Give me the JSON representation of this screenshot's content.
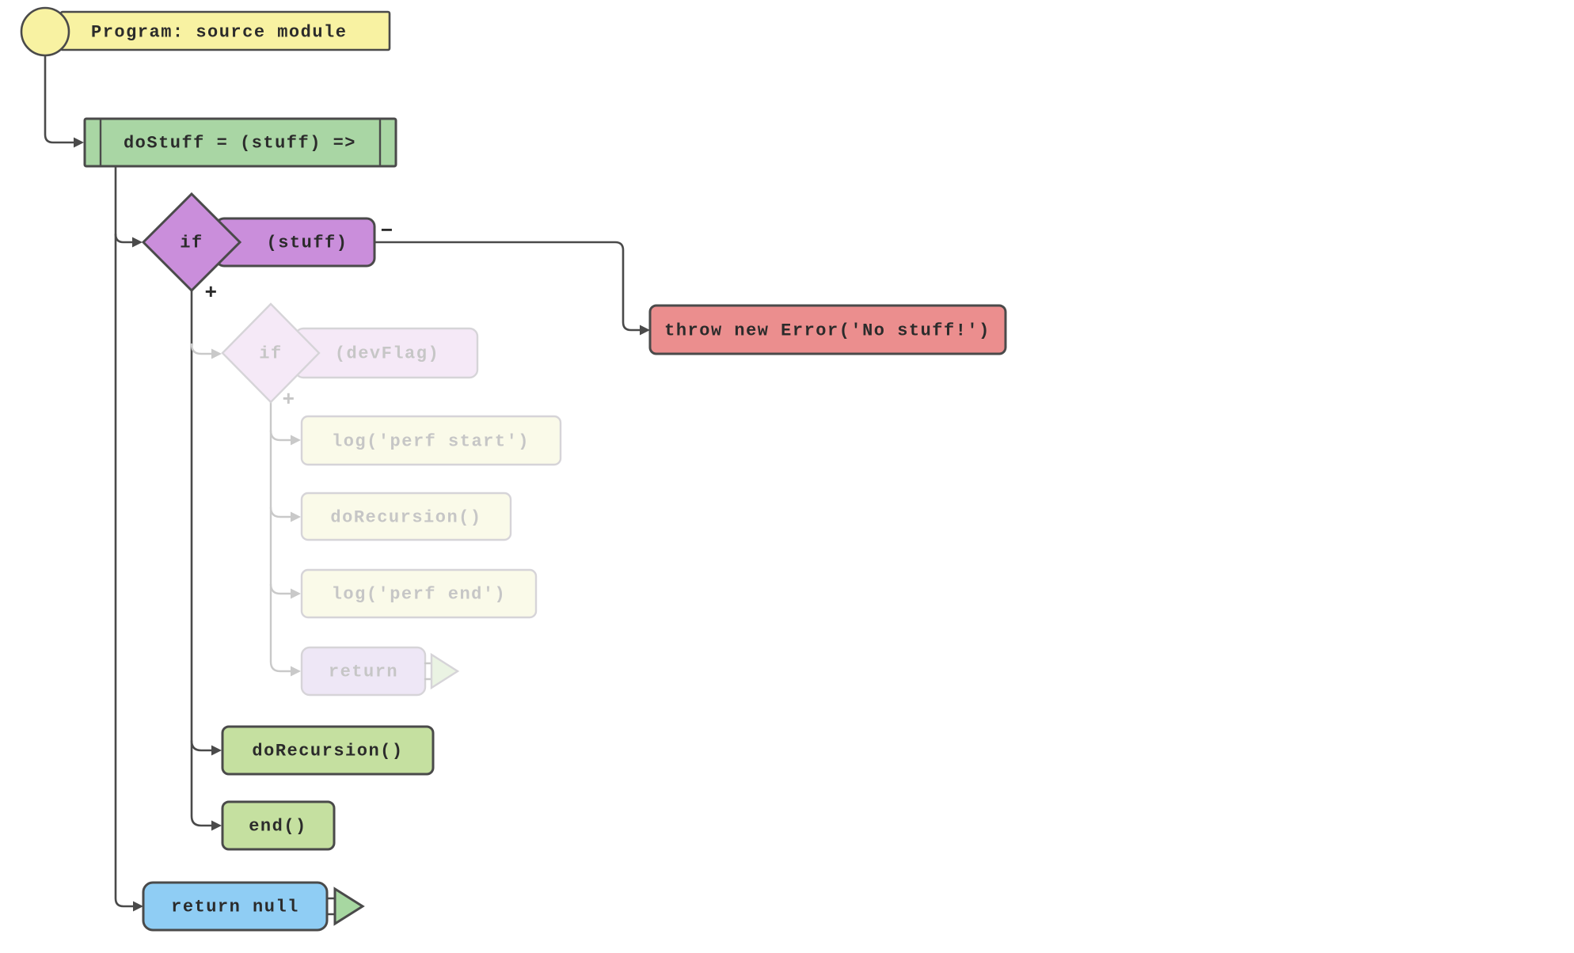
{
  "diagram": {
    "type": "code-flowchart",
    "nodes": {
      "program": {
        "label": "Program: source module"
      },
      "do_stuff_function": {
        "label": "doStuff = (stuff) =>"
      },
      "if_stuff": {
        "keyword": "if",
        "condition": "(stuff)",
        "branch_positive": "+",
        "branch_negative": "−"
      },
      "throw_error": {
        "label": "throw new Error('No stuff!')"
      },
      "if_devflag": {
        "keyword": "if",
        "condition": "(devFlag)",
        "branch_positive": "+"
      },
      "log_perf_start": {
        "label": "log('perf start')"
      },
      "do_recursion_skipped": {
        "label": "doRecursion()"
      },
      "log_perf_end": {
        "label": "log('perf end')"
      },
      "return_skipped": {
        "label": "return"
      },
      "do_recursion": {
        "label": "doRecursion()"
      },
      "end_call": {
        "label": "end()"
      },
      "return_null": {
        "label": "return null"
      }
    },
    "colors": {
      "program_fill": "#f8f2a2",
      "function_fill": "#a9d6a4",
      "call_fill": "#c5e0a0",
      "conditional_fill": "#ca8edb",
      "throw_fill": "#eb8e8e",
      "return_fill": "#8fcdf4",
      "return_arrow_fill": "#a7d7a1",
      "faded_conditional_fill": "#f5e9f7",
      "faded_call_fill": "#fafae9",
      "faded_return_fill": "#eee7f6",
      "faded_arrow_fill": "#eaf3e3",
      "edge": "#4a4a4a",
      "faded_edge": "#c9c9c9",
      "text": "#2b2b2b",
      "faded_text": "#c6c6c6"
    }
  }
}
